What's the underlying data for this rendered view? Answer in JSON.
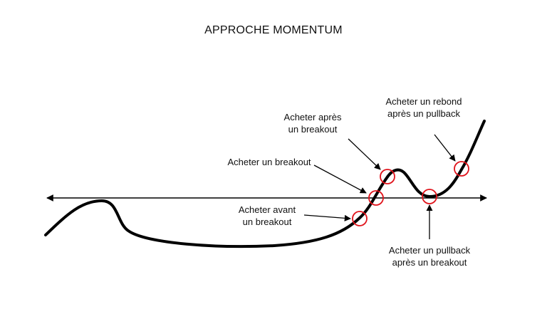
{
  "title": "APPROCHE MOMENTUM",
  "colors": {
    "curve": "#000000",
    "marker": "#e0131b",
    "text": "#111111",
    "background": "#ffffff"
  },
  "annotations": {
    "before_breakout": {
      "line1": "Acheter avant",
      "line2": "un breakout"
    },
    "buy_breakout": {
      "line1": "Acheter un breakout"
    },
    "after_breakout": {
      "line1": "Acheter après",
      "line2": "un breakout"
    },
    "rebound_after_pullback": {
      "line1": "Acheter un rebond",
      "line2": "après un pullback"
    },
    "pullback_after_breakout": {
      "line1": "Acheter un pullback",
      "line2": "après un breakout"
    }
  }
}
